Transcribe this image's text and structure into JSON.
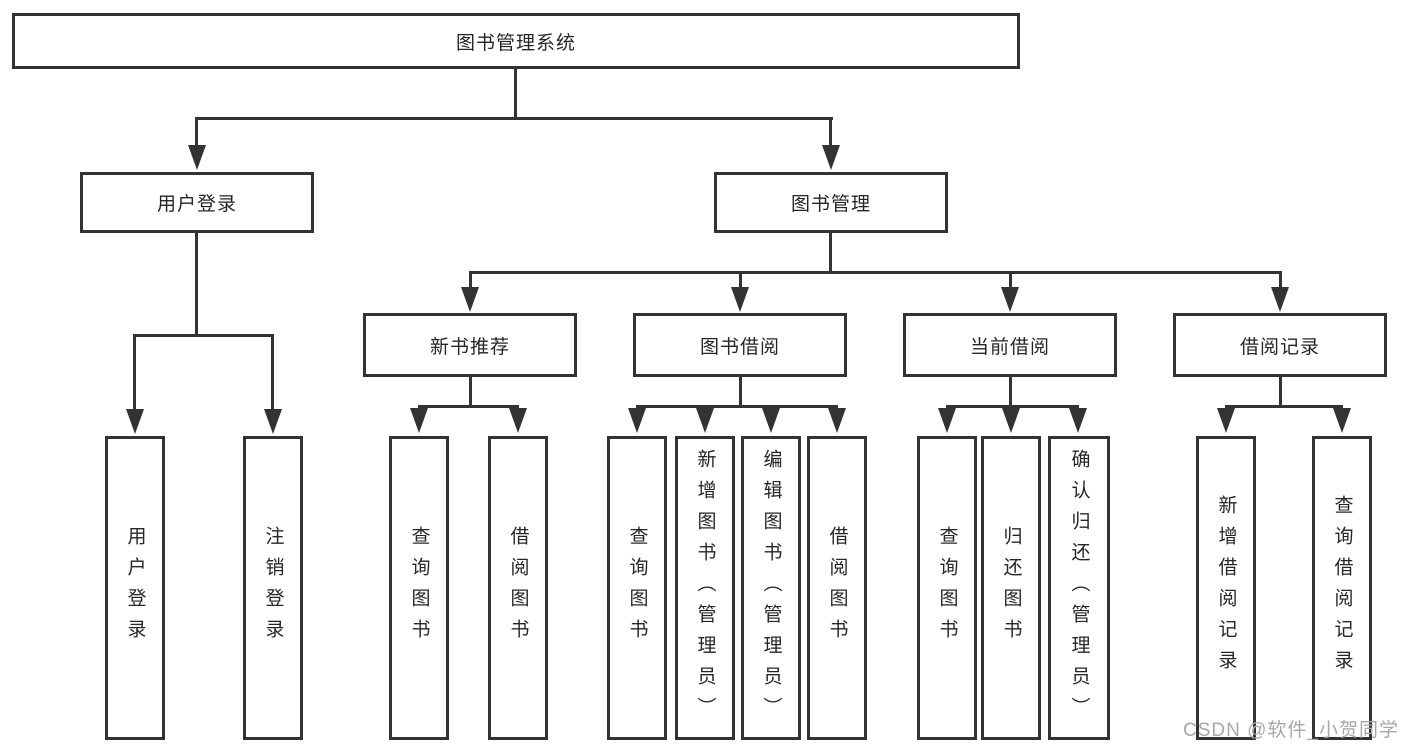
{
  "root": {
    "label": "图书管理系统"
  },
  "level2": [
    {
      "label": "用户登录"
    },
    {
      "label": "图书管理"
    }
  ],
  "level3": [
    {
      "label": "新书推荐"
    },
    {
      "label": "图书借阅"
    },
    {
      "label": "当前借阅"
    },
    {
      "label": "借阅记录"
    }
  ],
  "leaves": {
    "user_login": [
      "用户登录",
      "注销登录"
    ],
    "new_book": [
      "查询图书",
      "借阅图书"
    ],
    "book_borrow": [
      "查询图书",
      "新增图书（管理员）",
      "编辑图书（管理员）",
      "借阅图书"
    ],
    "current_borrow": [
      "查询图书",
      "归还图书",
      "确认归还（管理员）"
    ],
    "borrow_records": [
      "新增借阅记录",
      "查询借阅记录"
    ]
  },
  "watermark": "CSDN @软件_小贺同学",
  "colors": {
    "line": "#333333",
    "text": "#262626",
    "watermark": "#aba6a6",
    "background": "#ffffff"
  }
}
